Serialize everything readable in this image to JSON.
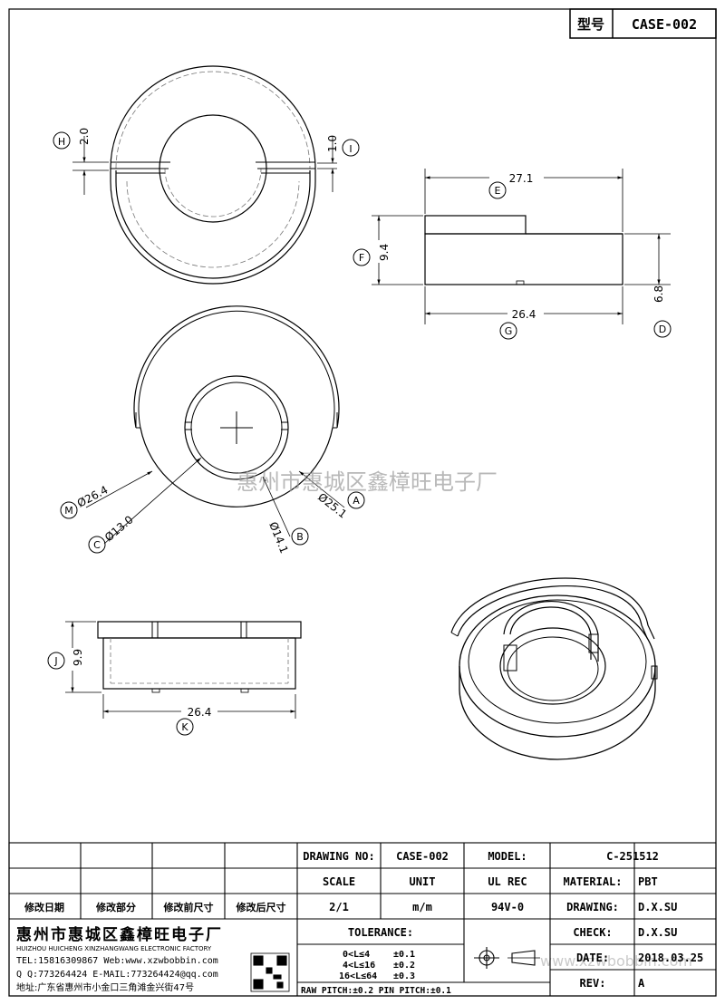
{
  "model_tag": {
    "label": "型号",
    "value": "CASE-002"
  },
  "watermark_cn": "惠州市惠城区鑫樟旺电子厂",
  "watermark_url": "www.xzwbobbin.com",
  "dims": {
    "H": "2.0",
    "I": "1.0",
    "E": "27.1",
    "F": "9.4",
    "G": "26.4",
    "D": "6.8",
    "M": "Ø26.4",
    "C": "Ø13.0",
    "B": "Ø14.1",
    "A": "Ø25.1",
    "J": "9.9",
    "K": "26.4"
  },
  "callouts": {
    "H": "H",
    "I": "I",
    "E": "E",
    "F": "F",
    "G": "G",
    "D": "D",
    "M": "M",
    "C": "C",
    "B": "B",
    "A": "A",
    "J": "J",
    "K": "K"
  },
  "title_block": {
    "drawing_no_label": "DRAWING NO:",
    "drawing_no": "CASE-002",
    "model_label": "MODEL:",
    "model": "C-251512",
    "scale_label": "SCALE",
    "unit_label": "UNIT",
    "ul_rec_label": "UL REC",
    "material_label": "MATERIAL:",
    "material": "PBT",
    "scale": "2/1",
    "unit": "m/m",
    "ul_rec": "94V-0",
    "drawing_label": "DRAWING:",
    "drawing": "D.X.SU",
    "check_label": "CHECK:",
    "check": "D.X.SU",
    "date_label": "DATE:",
    "date": "2018.03.25",
    "rev_label": "REV:",
    "rev": "A",
    "tolerance_label": "TOLERANCE:",
    "tol_rows": [
      {
        "range": "0<L≤4",
        "tol": "±0.1"
      },
      {
        "range": "4<L≤16",
        "tol": "±0.2"
      },
      {
        "range": "16<L≤64",
        "tol": "±0.3"
      }
    ],
    "pitch": "RAW PITCH:±0.2 PIN PITCH:±0.1",
    "rev_headers": [
      "修改日期",
      "修改部分",
      "修改前尺寸",
      "修改后尺寸"
    ],
    "company_cn": "惠州市惠城区鑫樟旺电子厂",
    "company_en": "HUIZHOU HUICHENG XINZHANGWANG ELECTRONIC FACTORY",
    "tel_line": "TEL:15816309867 Web:www.xzwbobbin.com",
    "qq_line": "Q Q:773264424 E-MAIL:773264424@qq.com",
    "addr_line": "地址:广东省惠州市小金口三角滩金兴街47号"
  }
}
